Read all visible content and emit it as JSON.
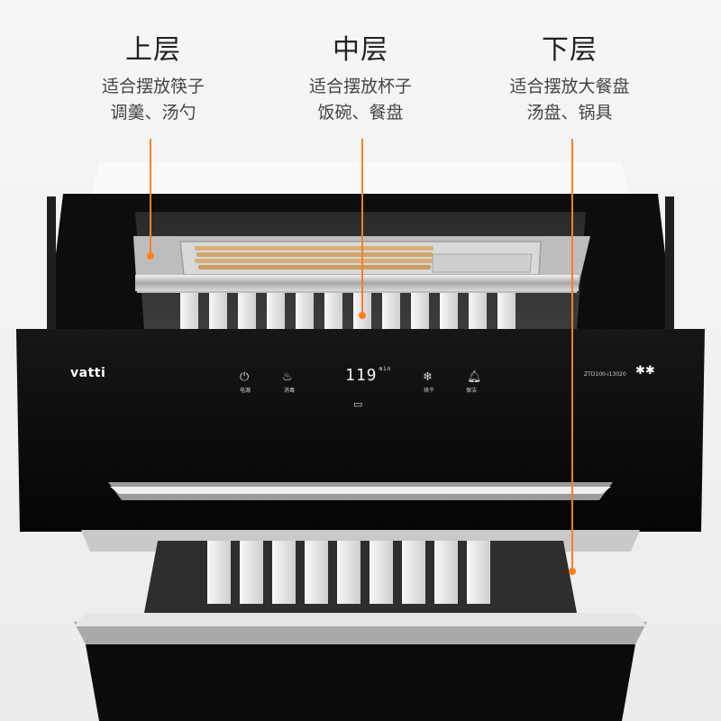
{
  "labels": {
    "top": {
      "title": "上层",
      "line1": "适合摆放筷子",
      "line2": "调羹、汤勺"
    },
    "middle": {
      "title": "中层",
      "line1": "适合摆放杯子",
      "line2": "饭碗、餐盘"
    },
    "bottom": {
      "title": "下层",
      "line1": "适合摆放大餐盘",
      "line2": "汤盘、锅具"
    }
  },
  "panel": {
    "brand": "vatti",
    "display": "119",
    "display_unit": "min",
    "model": "ZTD100-i13020",
    "stars": "✱✱",
    "buttons": [
      {
        "label": "电源",
        "icon": "power-icon"
      },
      {
        "label": "消毒",
        "icon": "sterilize-icon"
      },
      {
        "label": "烘干",
        "icon": "dry-icon"
      },
      {
        "label": "保洁",
        "icon": "bell-icon"
      }
    ]
  },
  "colors": {
    "accent": "#ff7f1f",
    "panel": "#0f0f0f",
    "steel": "#b8b8b8",
    "chopsticks": "#d7b078"
  }
}
